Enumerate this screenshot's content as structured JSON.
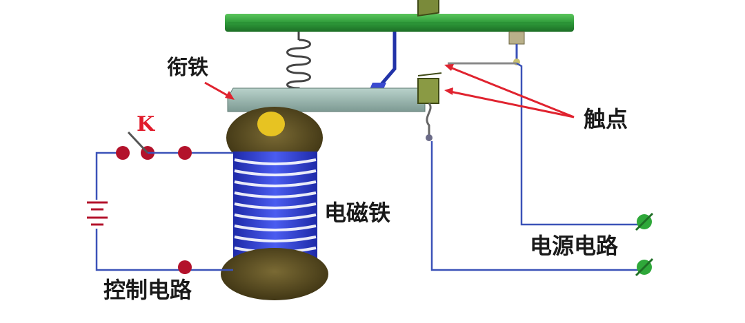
{
  "diagram": {
    "labels": {
      "armature": "衔铁",
      "switch_k": "K",
      "contacts": "触点",
      "electromagnet": "电磁铁",
      "power_circuit": "电源电路",
      "control_circuit": "控制电路"
    },
    "colors": {
      "top_bar": "#2e9a3a",
      "wire": "#3b52b8",
      "coil": "#2f3fd0",
      "core_cap": "#5a4a1c",
      "armature": "#8fb0a8",
      "contact_block": "#7a8a3a",
      "terminal_red": "#b3122b",
      "terminal_green": "#2fa83a",
      "pointer_red": "#e0232f"
    }
  }
}
